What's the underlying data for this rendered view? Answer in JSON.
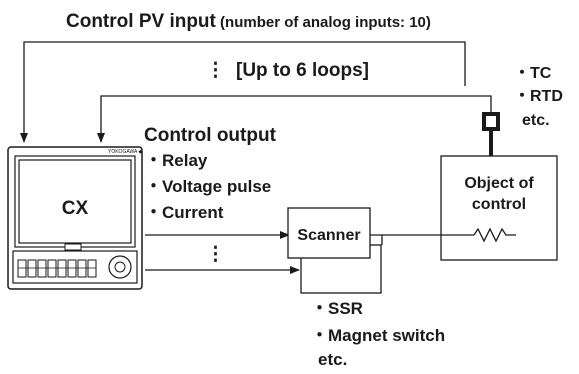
{
  "title": {
    "main": "Control PV input",
    "detail": " (number of analog inputs: 10)"
  },
  "loops_label": "[Up to 6 loops]",
  "ellipsis": "⋮",
  "sensor_types": [
    "・TC",
    "・RTD",
    "etc."
  ],
  "control_output": {
    "heading": "Control output",
    "items": [
      "・Relay",
      "・Voltage pulse",
      "・Current"
    ]
  },
  "recorder": {
    "label": "CX",
    "brand": "YOKOGAWA ◆"
  },
  "scanner": {
    "label": "Scanner"
  },
  "object": {
    "line1": "Object of",
    "line2": "control"
  },
  "actuators": [
    "・SSR",
    "・Magnet switch",
    "etc."
  ]
}
